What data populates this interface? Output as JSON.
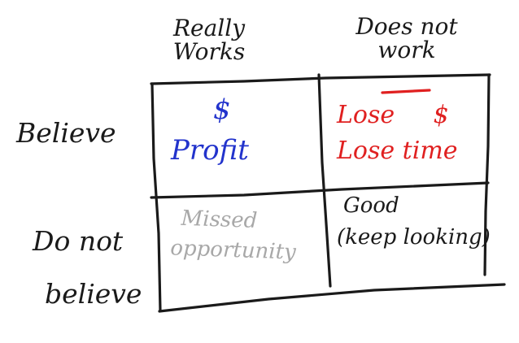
{
  "colors": {
    "ink": "#1a1a1a",
    "profit": "#2233cc",
    "loss": "#e02020",
    "missed": "#a8a8a8",
    "good": "#1a1a1a"
  },
  "columns": [
    {
      "line1": "Really",
      "line2": "Works"
    },
    {
      "line1": "Does not",
      "line2": "work"
    }
  ],
  "rows": [
    {
      "line1": "Believe",
      "line2": ""
    },
    {
      "line1": "Do not",
      "line2": "believe"
    }
  ],
  "cells": {
    "believe_works": {
      "line1": "$",
      "line2": "Profit"
    },
    "believe_not_work": {
      "line1": "Lose $",
      "line2": "Lose time"
    },
    "not_believe_works": {
      "line1": "Missed",
      "line2": "opportunity"
    },
    "not_believe_not_work": {
      "line1": "Good",
      "line2": "(keep looking)"
    }
  }
}
